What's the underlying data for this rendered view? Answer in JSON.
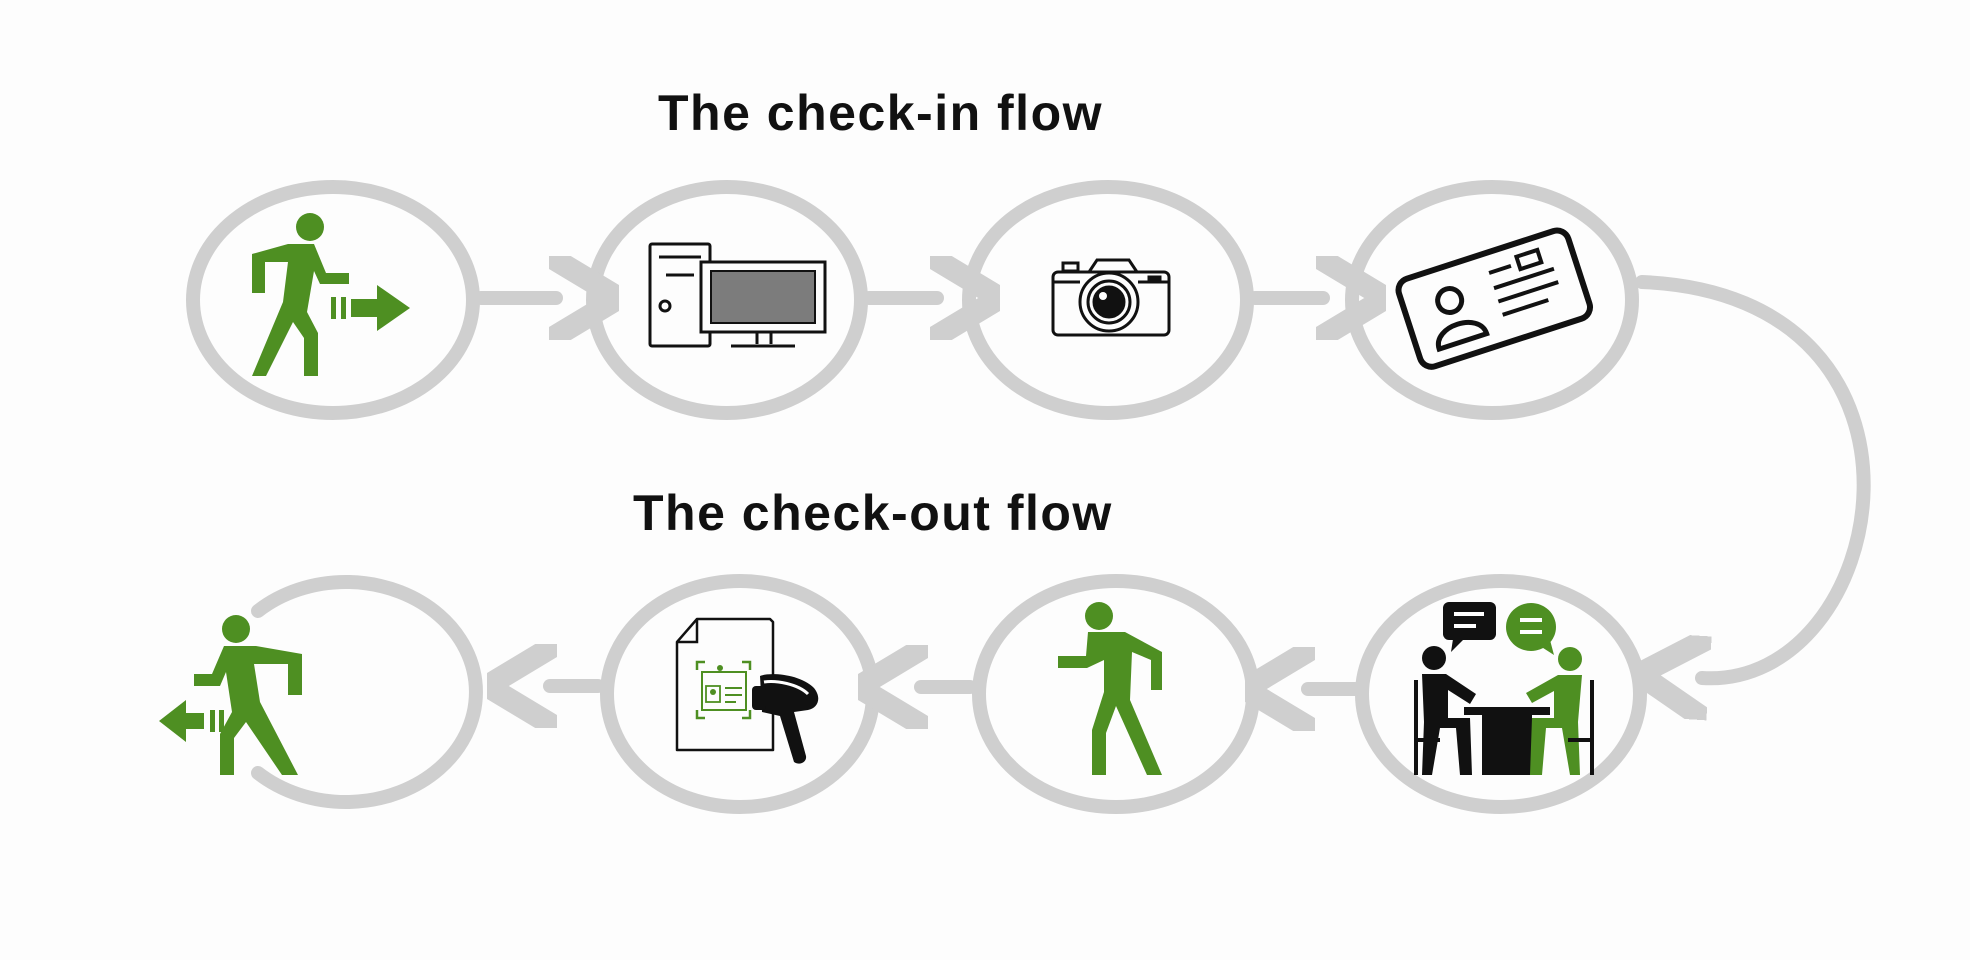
{
  "titles": {
    "check_in": "The check-in flow",
    "check_out": "The check-out flow"
  },
  "colors": {
    "ring": "#cfcfcf",
    "accent": "#4e8f22",
    "ink": "#111111",
    "screen": "#7c7c7c"
  },
  "steps": {
    "check_in": [
      {
        "id": "arrive",
        "icon": "person-walking-in-icon"
      },
      {
        "id": "register",
        "icon": "computer-icon"
      },
      {
        "id": "photo",
        "icon": "camera-icon"
      },
      {
        "id": "badge",
        "icon": "id-card-icon"
      }
    ],
    "check_out": [
      {
        "id": "meeting",
        "icon": "meeting-icon"
      },
      {
        "id": "walk",
        "icon": "person-walking-icon"
      },
      {
        "id": "scan-badge",
        "icon": "badge-scanner-icon"
      },
      {
        "id": "exit",
        "icon": "person-walking-out-icon"
      }
    ]
  }
}
